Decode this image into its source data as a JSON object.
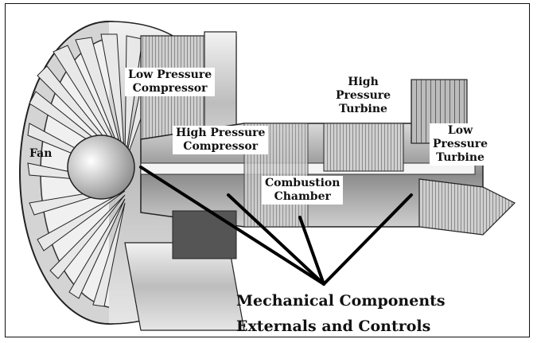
{
  "labels": {
    "fan": "Fan",
    "lpc_line1": "Low Pressure",
    "lpc_line2": "Compressor",
    "hpc_line1": "High Pressure",
    "hpc_line2": "Compressor",
    "hpt_line1": "High",
    "hpt_line2": "Pressure",
    "hpt_line3": "Turbine",
    "lpt_line1": "Low",
    "lpt_line2": "Pressure",
    "lpt_line3": "Turbine",
    "cc_line1": "Combustion",
    "cc_line2": "Chamber"
  },
  "captions": {
    "mechanical": "Mechanical Components",
    "externals": "Externals and Controls"
  }
}
